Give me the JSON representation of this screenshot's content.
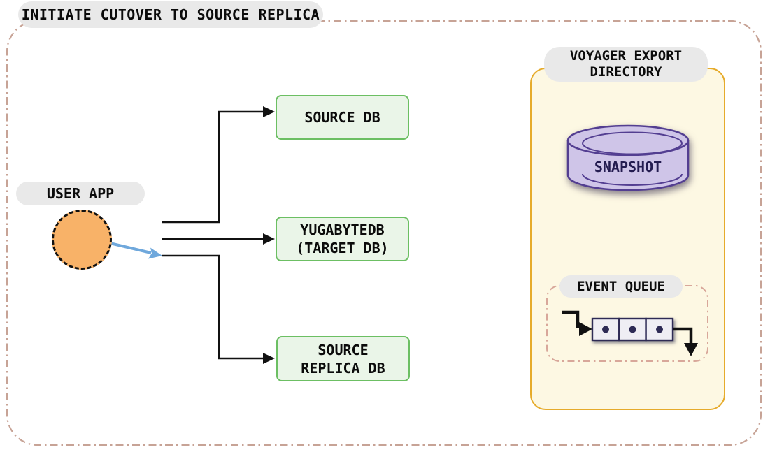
{
  "title": "INITIATE CUTOVER TO SOURCE REPLICA",
  "user_app": {
    "label": "USER APP"
  },
  "db_boxes": [
    {
      "id": "source-db",
      "line1": "SOURCE DB",
      "line2": ""
    },
    {
      "id": "yugabytedb-target-db",
      "line1": "YUGABYTEDB",
      "line2": "(TARGET DB)"
    },
    {
      "id": "source-replica-db",
      "line1": "SOURCE",
      "line2": "REPLICA DB"
    }
  ],
  "voyager": {
    "label_line1": "VOYAGER EXPORT",
    "label_line2": "DIRECTORY",
    "snapshot_label": "SNAPSHOT",
    "event_queue_label": "EVENT QUEUE",
    "queue_item_count": 3
  },
  "connections": [
    {
      "from": "user-app",
      "to": "source-db",
      "shape": "elbow-up",
      "color": "black"
    },
    {
      "from": "user-app",
      "to": "yugabytedb-target-db",
      "shape": "straight",
      "color": "black"
    },
    {
      "from": "user-app",
      "to": "source-replica-db",
      "shape": "elbow-down",
      "color": "black"
    },
    {
      "from": "user-app",
      "to": "source-replica-line",
      "shape": "short-diagonal-arrow",
      "color": "blue"
    }
  ],
  "colors": {
    "outer_border": "#c7a396",
    "pill_bg": "#e9e9e9",
    "green_box_fill": "#eaf5e8",
    "green_box_border": "#6cbf63",
    "orange_circle": "#f8b268",
    "blue_arrow": "#6fa8dc",
    "yellow_box_fill": "#fdf8e3",
    "yellow_box_border": "#e6ab2b",
    "cylinder_fill": "#cfc5e8",
    "cylinder_border": "#533e91",
    "queue_box_fill": "#efeef4",
    "queue_box_border": "#2e2b55",
    "connector": "#111111"
  }
}
